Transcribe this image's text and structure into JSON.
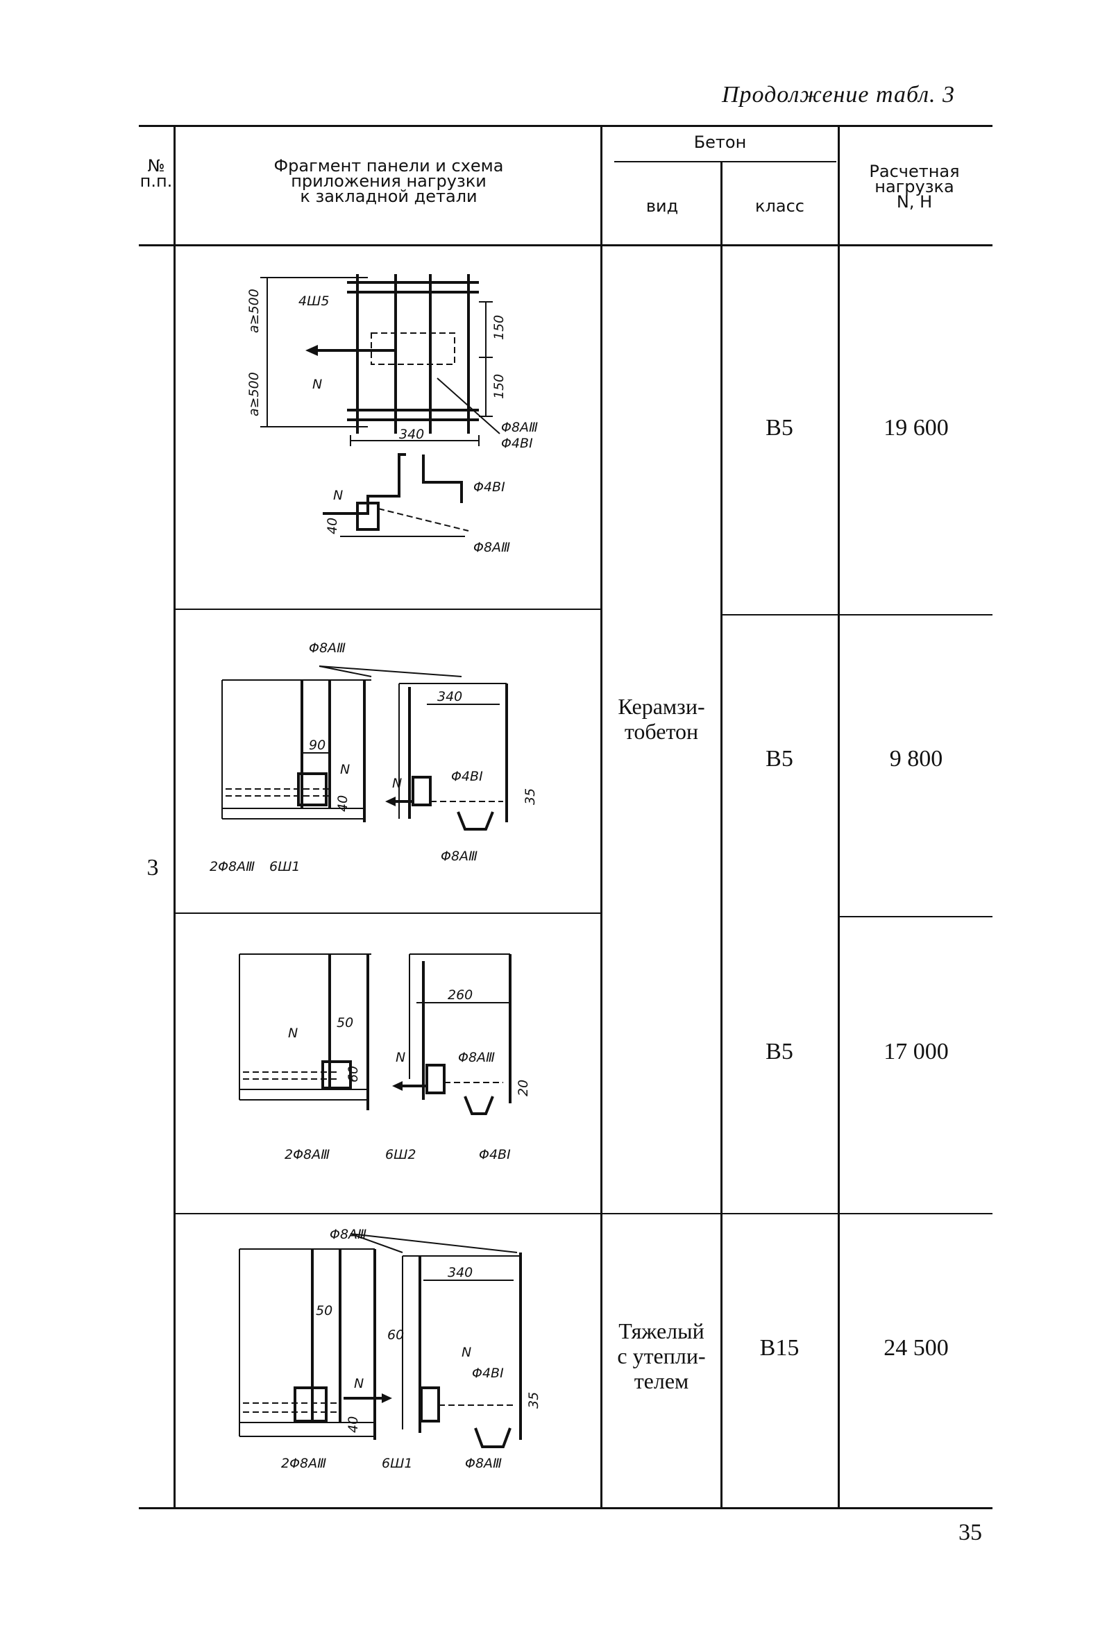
{
  "continuation": "Продолжение табл. 3",
  "header": {
    "num_line1": "№",
    "num_line2": "п.п.",
    "fragment_line1": "Фрагмент панели и схема",
    "fragment_line2": "приложения нагрузки",
    "fragment_line3": "к закладной детали",
    "concrete": "Бетон",
    "kind": "вид",
    "class": "класс",
    "load_line1": "Расчетная",
    "load_line2": "нагрузка",
    "load_line3": "N, Н"
  },
  "row_number": "3",
  "concrete_kinds": [
    {
      "line1": "Керамзи-",
      "line2": "тобетон",
      "line3": ""
    },
    {
      "line1": "Тяжелый",
      "line2": "с утепли-",
      "line3": "телем"
    }
  ],
  "rows": [
    {
      "class": "В5",
      "load": "19 600"
    },
    {
      "class": "В5",
      "load": "9 800"
    },
    {
      "class": "В5",
      "load": "17 000"
    },
    {
      "class": "В15",
      "load": "24 500"
    }
  ],
  "drawing_labels": {
    "d1": [
      "4Ш5",
      "N",
      "a≥500",
      "a≥500",
      "150",
      "150",
      "340",
      "Φ8AⅢ",
      "Φ4BI",
      "N",
      "40",
      "Φ4BI",
      "Φ8AⅢ"
    ],
    "d2": [
      "Φ8AⅢ",
      "90",
      "N",
      "40",
      "340",
      "N",
      "Φ4BI",
      "35",
      "2Φ8AⅢ",
      "6Ш1",
      "Φ8AⅢ"
    ],
    "d3": [
      "50",
      "N",
      "60",
      "260",
      "N",
      "Φ8AⅢ",
      "20",
      "2Φ8AⅢ",
      "6Ш2",
      "Φ4BI"
    ],
    "d4": [
      "Φ8AⅢ",
      "50",
      "N",
      "40",
      "340",
      "60",
      "N",
      "Φ4BI",
      "35",
      "2Φ8AⅢ",
      "6Ш1",
      "Φ8AⅢ"
    ]
  },
  "page_number": "35"
}
